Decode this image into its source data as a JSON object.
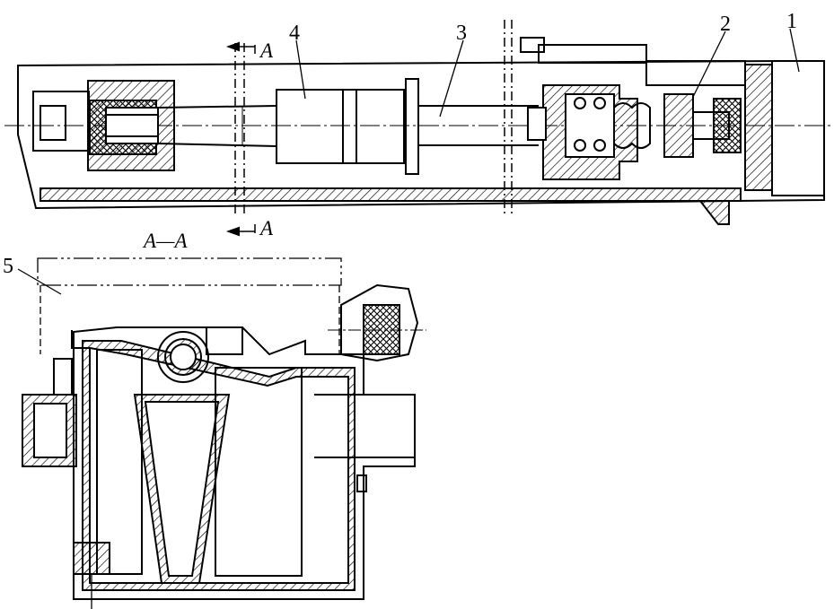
{
  "part_labels": {
    "p1": "1",
    "p2": "2",
    "p3": "3",
    "p4": "4",
    "p5": "5"
  },
  "section": {
    "marker_top": "A",
    "marker_bottom": "A",
    "view_title": "A—A"
  },
  "colors": {
    "line": "#000000",
    "background": "#ffffff"
  }
}
